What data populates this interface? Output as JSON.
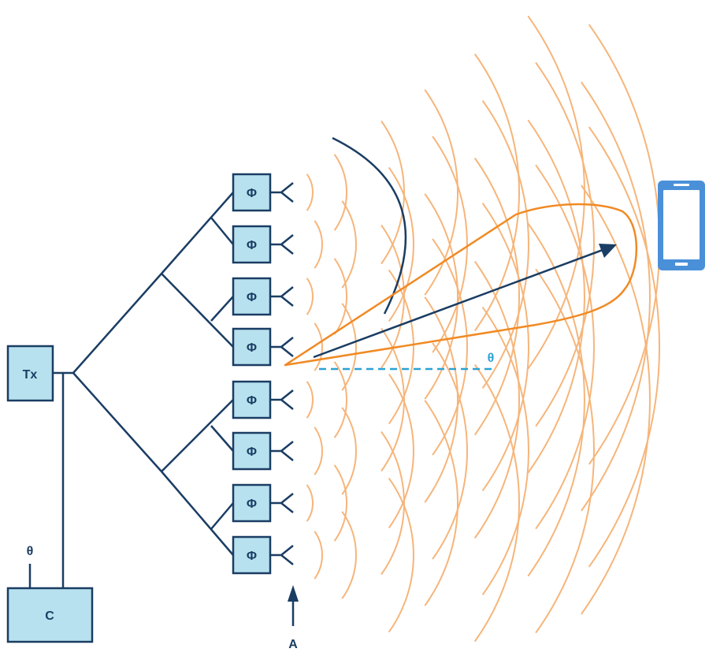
{
  "diagram": {
    "transmitter_label": "Tx",
    "controller_label": "C",
    "controller_input_label": "θ",
    "phase_shifter_label": "Φ",
    "phase_shifter_count": 8,
    "array_label": "A",
    "steering_angle_label": "θ",
    "colors": {
      "blocks_fill": "#b7e1ee",
      "lines": "#1a3d63",
      "waves": "#f6b57a",
      "beam": "#f08a24",
      "angle_reference": "#2aa3d4",
      "device": "#4a90d9"
    },
    "icons": [
      "antenna-icon",
      "smartphone-icon"
    ]
  }
}
